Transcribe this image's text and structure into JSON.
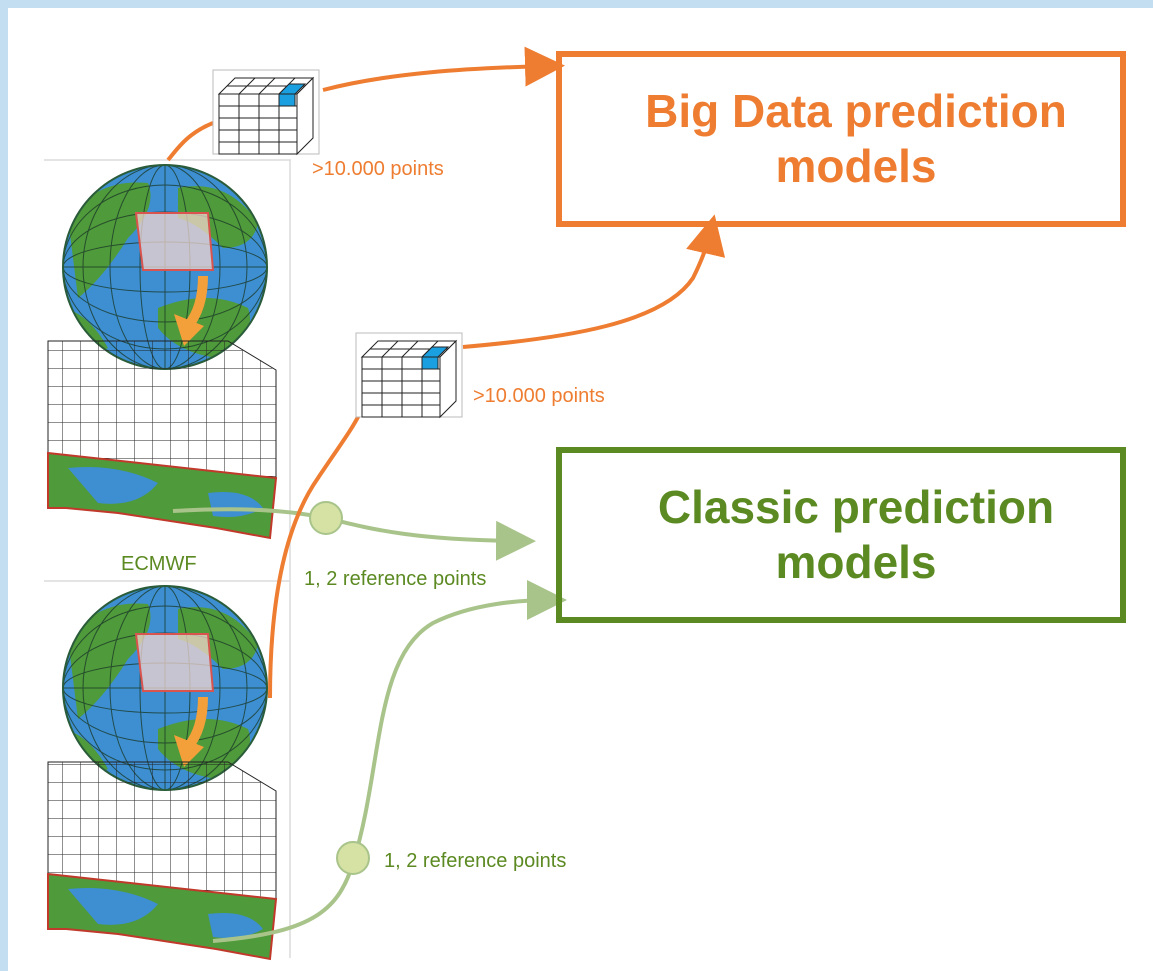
{
  "colors": {
    "orange": "#ee7d31",
    "green": "#5c8a22",
    "light_green": "#a9c48b",
    "ocean": "#3d8fd1",
    "land": "#4f9a3a",
    "background": "#c3ddf1"
  },
  "boxes": {
    "big_data": "Big Data prediction models",
    "classic": "Classic prediction models"
  },
  "labels": {
    "top_points": ">10.000 points",
    "middle_points": ">10.000 points",
    "ecmwf": "ECMWF",
    "reference_upper": "1, 2 reference points",
    "reference_lower": "1, 2 reference points"
  },
  "icons": [
    "globe-grid-icon",
    "atmosphere-grid-box-icon",
    "data-cube-icon",
    "reference-point-icon"
  ]
}
